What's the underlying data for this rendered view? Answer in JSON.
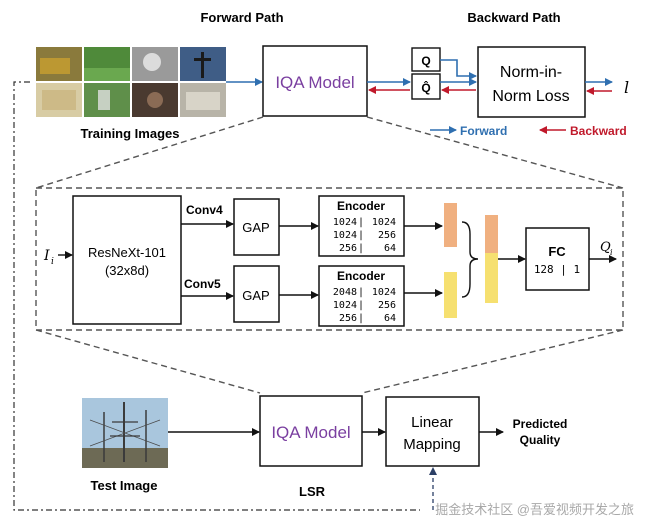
{
  "colors": {
    "accent_purple": "#7a3fa0",
    "forward_blue": "#2f6fb0",
    "backward_red": "#c0192b",
    "orange_bar": "#f0b080",
    "yellow_bar": "#f6e070",
    "black": "#111111",
    "gray_dash": "#555555"
  },
  "header": {
    "forward_path": "Forward Path",
    "backward_path": "Backward Path"
  },
  "top": {
    "training_images_label": "Training Images",
    "iqa_model": "IQA Model",
    "q": "Q",
    "q_hat": "Q̂",
    "norm_line1": "Norm-in-",
    "norm_line2": "Norm Loss",
    "loss_symbol": "l",
    "legend_forward": "Forward",
    "legend_backward": "Backward"
  },
  "network": {
    "input_symbol": "I",
    "input_sub": "i",
    "resnext_line1": "ResNeXt-101",
    "resnext_line2": "(32x8d)",
    "conv4": "Conv4",
    "conv5": "Conv5",
    "gap1": "GAP",
    "gap2": "GAP",
    "encoder1": {
      "title": "Encoder",
      "rows": [
        [
          "1024",
          "1024"
        ],
        [
          "1024",
          "256"
        ],
        [
          "256",
          "64"
        ]
      ]
    },
    "encoder2": {
      "title": "Encoder",
      "rows": [
        [
          "2048",
          "1024"
        ],
        [
          "1024",
          "256"
        ],
        [
          "256",
          "64"
        ]
      ]
    },
    "fc_title": "FC",
    "fc_dims": "128 | 1",
    "output_symbol": "Q",
    "output_sub": "i"
  },
  "bottom": {
    "test_image_label": "Test Image",
    "iqa_model": "IQA Model",
    "linear_line1": "Linear",
    "linear_line2": "Mapping",
    "predicted_line1": "Predicted",
    "predicted_line2": "Quality",
    "lsr": "LSR"
  },
  "watermark": "掘金技术社区 @吾爱视频开发之旅"
}
